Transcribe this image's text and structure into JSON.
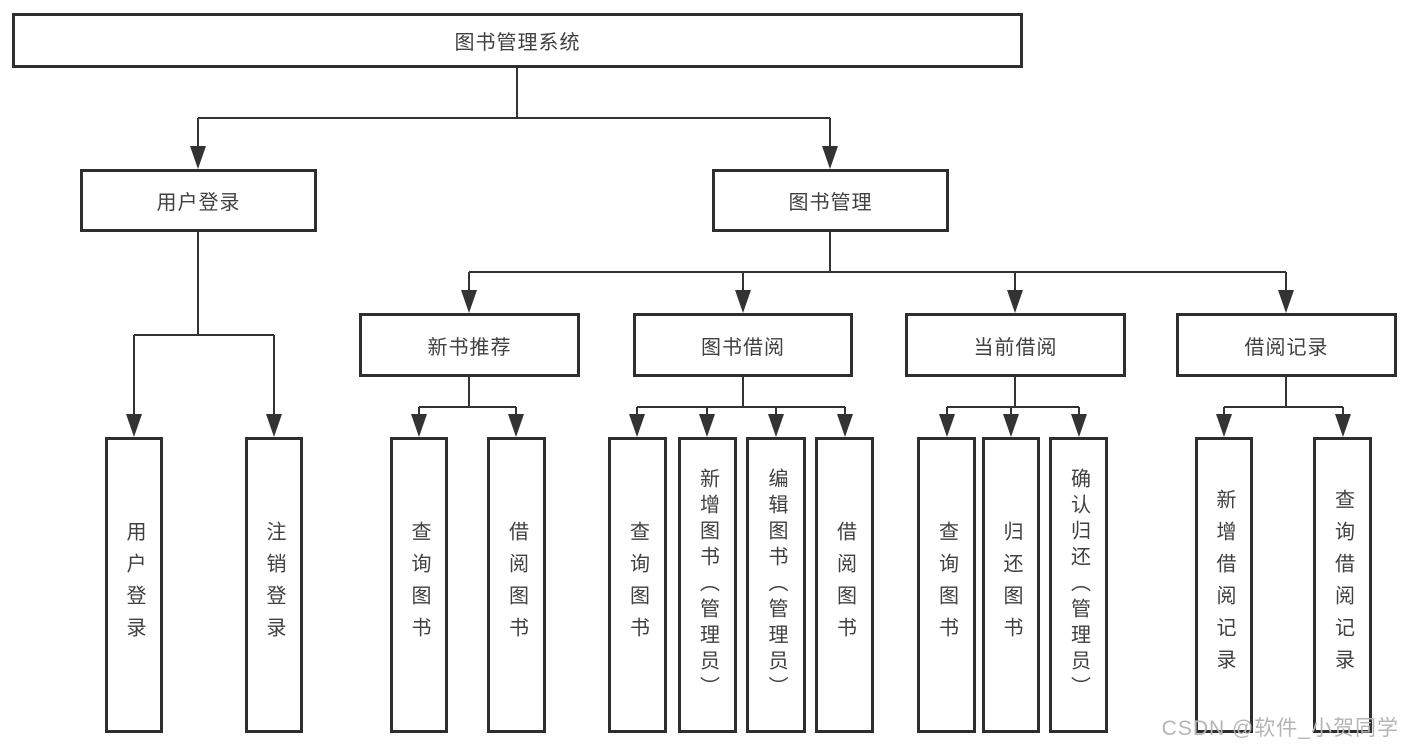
{
  "diagram": {
    "root": {
      "label": "图书管理系统"
    },
    "branches": [
      {
        "label": "用户登录",
        "children": [
          {
            "label": "用户登录"
          },
          {
            "label": "注销登录"
          }
        ]
      },
      {
        "label": "图书管理",
        "children": [
          {
            "label": "新书推荐",
            "children": [
              {
                "label": "查询图书"
              },
              {
                "label": "借阅图书"
              }
            ]
          },
          {
            "label": "图书借阅",
            "children": [
              {
                "label": "查询图书"
              },
              {
                "label": "新增图书（管理员）"
              },
              {
                "label": "编辑图书（管理员）"
              },
              {
                "label": "借阅图书"
              }
            ]
          },
          {
            "label": "当前借阅",
            "children": [
              {
                "label": "查询图书"
              },
              {
                "label": "归还图书"
              },
              {
                "label": "确认归还（管理员）"
              }
            ]
          },
          {
            "label": "借阅记录",
            "children": [
              {
                "label": "新增借阅记录"
              },
              {
                "label": "查询借阅记录"
              }
            ]
          }
        ]
      }
    ],
    "colors": {
      "line": "#333333",
      "box_border": "#2e2e2e",
      "box_fill": "#ffffff",
      "text": "#404040",
      "watermark": "#b5b5b5",
      "background": "#ffffff"
    }
  },
  "watermark": {
    "text": "CSDN @软件_小贺同学"
  }
}
